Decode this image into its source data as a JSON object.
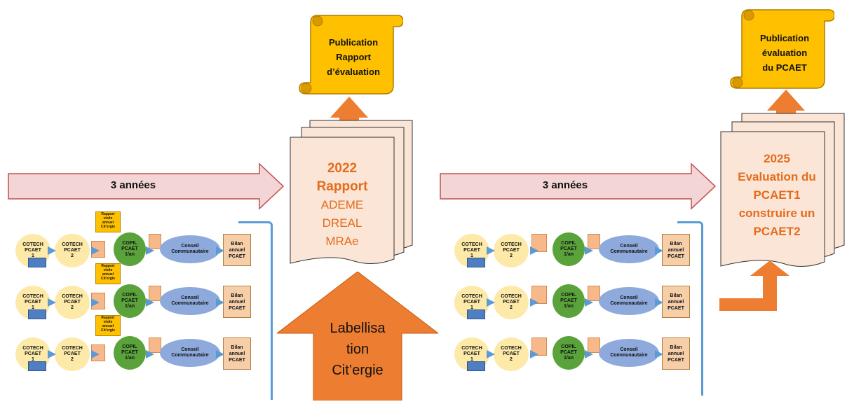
{
  "left": {
    "publication_scroll": {
      "lines": [
        "Publication",
        "Rapport",
        "d’évaluation"
      ]
    },
    "timeline_arrow": {
      "label": "3 années"
    },
    "report_pages": {
      "year": "2022",
      "title": "Rapport",
      "items": [
        "ADEME",
        "DREAL",
        "MRAe"
      ]
    },
    "labellisation_arrow": {
      "lines": [
        "Labellisa",
        "tion",
        "Cit’ergie"
      ]
    }
  },
  "right": {
    "publication_scroll": {
      "lines": [
        "Publication",
        "évaluation",
        "du PCAET"
      ]
    },
    "timeline_arrow": {
      "label": "3 années"
    },
    "evaluation_pages": {
      "lines": [
        "2025",
        "Evaluation du",
        "PCAET1 ",
        "construire un",
        "PCAET2"
      ]
    }
  },
  "cycle": {
    "cotech1": [
      "COTECH",
      "PCAET",
      "1"
    ],
    "cotech2": [
      "COTECH",
      "PCAET",
      "2"
    ],
    "copil": [
      "COPIL",
      "PCAET",
      "1/an"
    ],
    "conseil": [
      "Conseil",
      "Communautaire"
    ],
    "bilan": [
      "Bilan",
      "annuel",
      "PCAET"
    ],
    "tag": [
      "Rapport",
      "visite",
      "annuel",
      "Cit’ergie"
    ]
  },
  "colors": {
    "scroll_fill": "#ffc000",
    "scroll_dark": "#b37b00",
    "arrow_pink": "#f3d5d5",
    "arrow_border": "#c05050",
    "page_fill": "#fbe5d6",
    "page_text": "#e46c1c",
    "orange_arrow": "#ed7d31",
    "bracket_blue": "#5b9bd5"
  }
}
